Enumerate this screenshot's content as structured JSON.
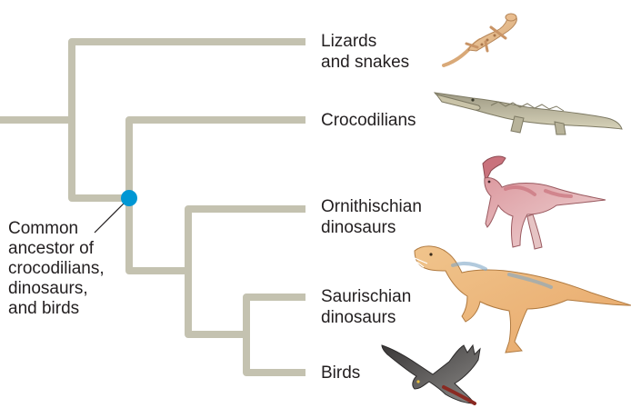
{
  "taxa": [
    {
      "label": "Lizards\nand snakes",
      "animal": "lizard-illustration"
    },
    {
      "label": "Crocodilians",
      "animal": "crocodile-illustration"
    },
    {
      "label": "Ornithischian\ndinosaurs",
      "animal": "ornithischian-dinosaur-illustration"
    },
    {
      "label": "Saurischian\ndinosaurs",
      "animal": "saurischian-dinosaur-illustration"
    },
    {
      "label": "Birds",
      "animal": "bird-illustration"
    }
  ],
  "ancestor": {
    "label": "Common\nancestor of\ncrocodilians,\ndinosaurs,\nand birds",
    "node_color": "#0097d4"
  },
  "colors": {
    "branch": "#c4c2b0",
    "text": "#231f20"
  }
}
